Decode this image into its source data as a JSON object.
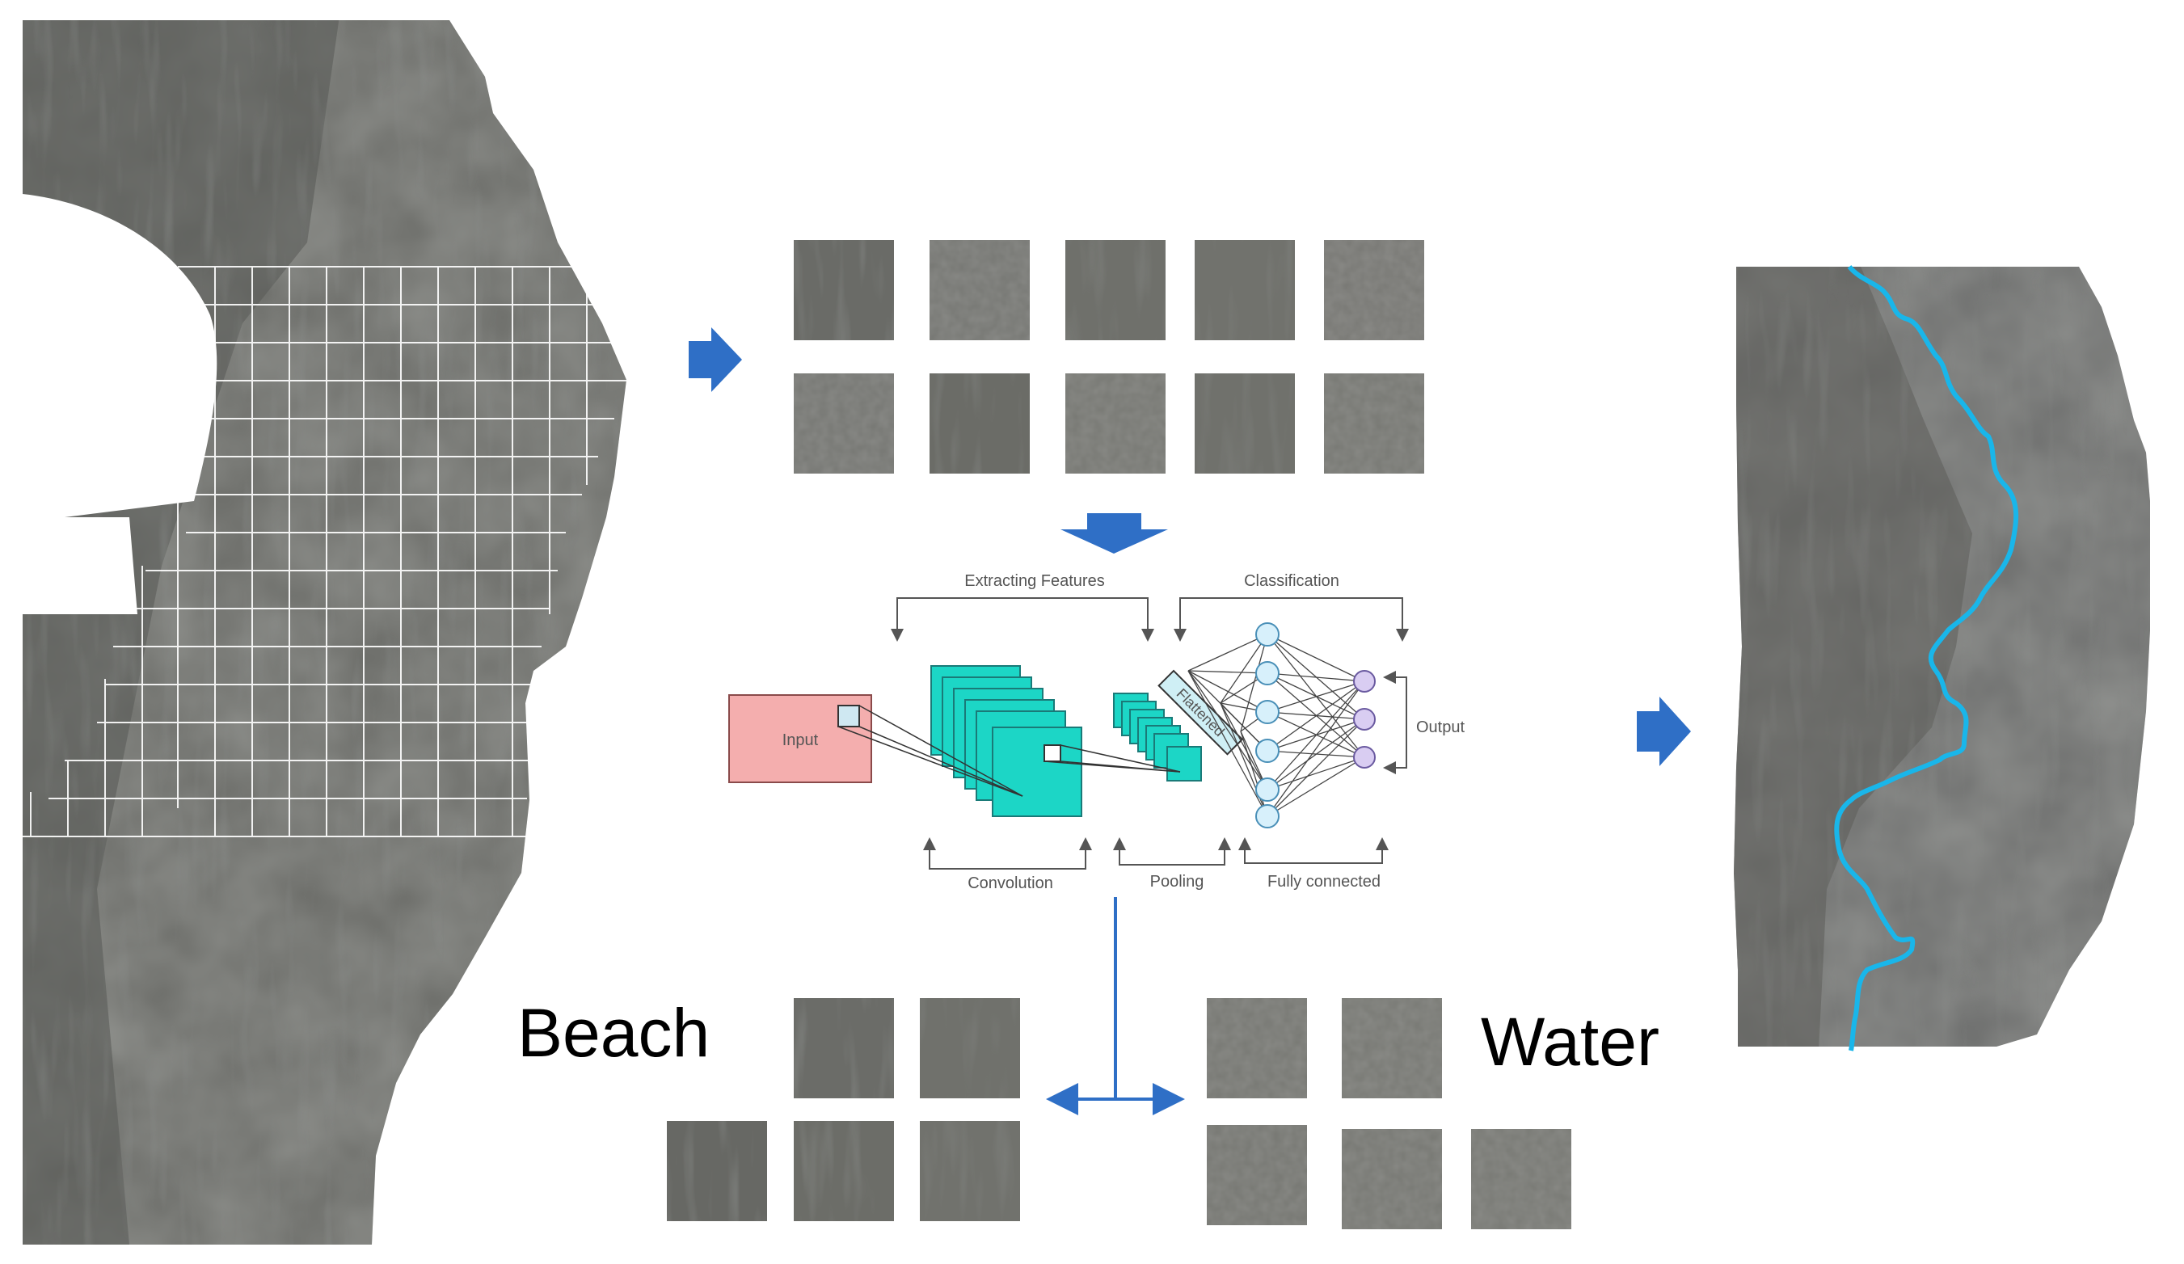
{
  "figure": {
    "classes": {
      "beach_label": "Beach",
      "water_label": "Water"
    },
    "cnn": {
      "input_label": "Input",
      "flattened_label": "Flattened",
      "output_label": "Output",
      "top_labels": [
        "Extracting Features",
        "Classification"
      ],
      "bottom_labels": [
        "Convolution",
        "Pooling",
        "Fully connected"
      ]
    },
    "colors": {
      "arrow": "#2f6fc6",
      "shoreline": "#19b6ea",
      "input_box": "#f4aeae",
      "feature_map": "#1cd6c6",
      "neuron_hidden": "#d7f0fb",
      "neuron_output": "#d9cdf2",
      "grid": "#ffffff",
      "imagery": "#6d6e6a"
    },
    "icons": [
      "right-arrow-icon",
      "down-arrow-icon",
      "split-arrow-icon"
    ]
  }
}
